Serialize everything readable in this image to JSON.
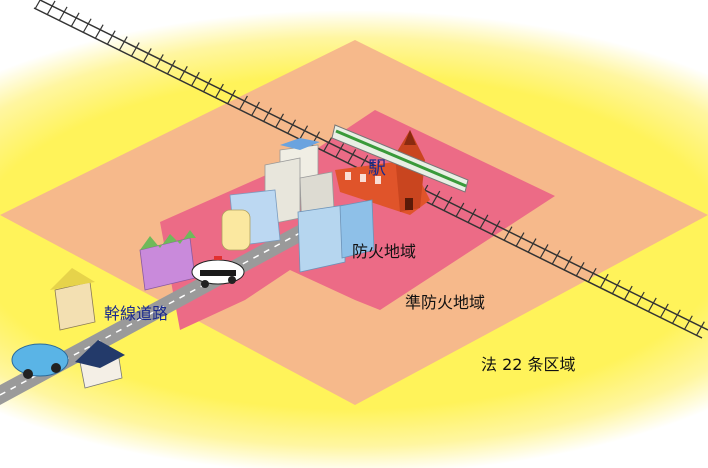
{
  "labels": {
    "station": "駅",
    "fire_zone": "防火地域",
    "quasi_fire_zone": "準防火地域",
    "article22_zone": "法 22 条区域",
    "arterial_road": "幹線道路"
  },
  "colors": {
    "background": "#ffffff",
    "article22_zone_fill": "#fff35a",
    "quasi_fire_zone_fill": "#f6b98b",
    "fire_zone_fill": "#ec6b86",
    "road_fill": "#9a9a9a",
    "station_brick": "#e0542a",
    "label_blue": "#1a2a8c"
  }
}
